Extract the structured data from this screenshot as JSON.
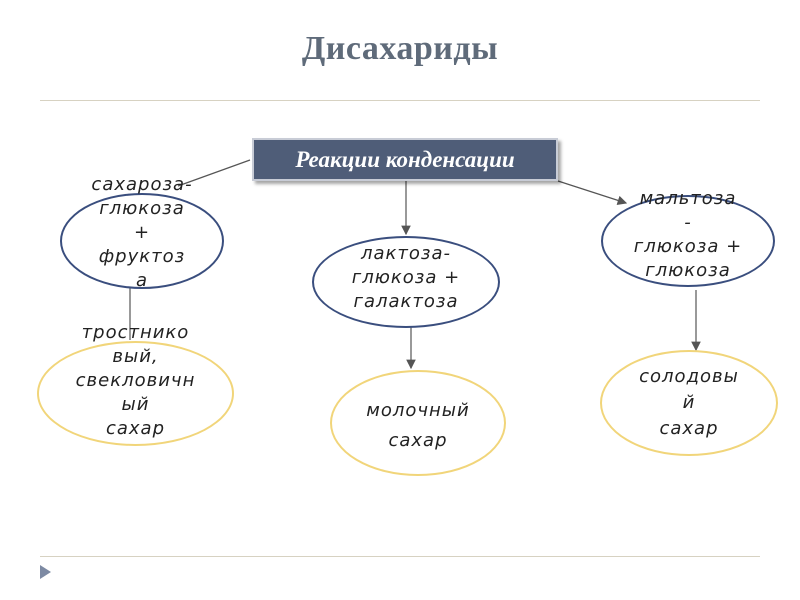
{
  "title": "Дисахариды",
  "center": "Реакции конденсации",
  "left_top": "сахароза-\nглюкоза\n+\nфруктоз\nа",
  "left_bottom": "тростнико\nвый,\nсвекловичн\nый\nсахар",
  "mid_top": "лактоза-\nглюкоза +\nгалактоза",
  "mid_bottom": "молочный\nсахар",
  "right_top": "мальтоза\n-\nглюкоза +\nглюкоза",
  "right_bottom": "солодовы\nй\nсахар",
  "colors": {
    "center_box": "#4f5d78",
    "blue_outline": "#3a4e7e",
    "yellow_outline": "#f1d57a",
    "title": "#5f6b7a"
  }
}
